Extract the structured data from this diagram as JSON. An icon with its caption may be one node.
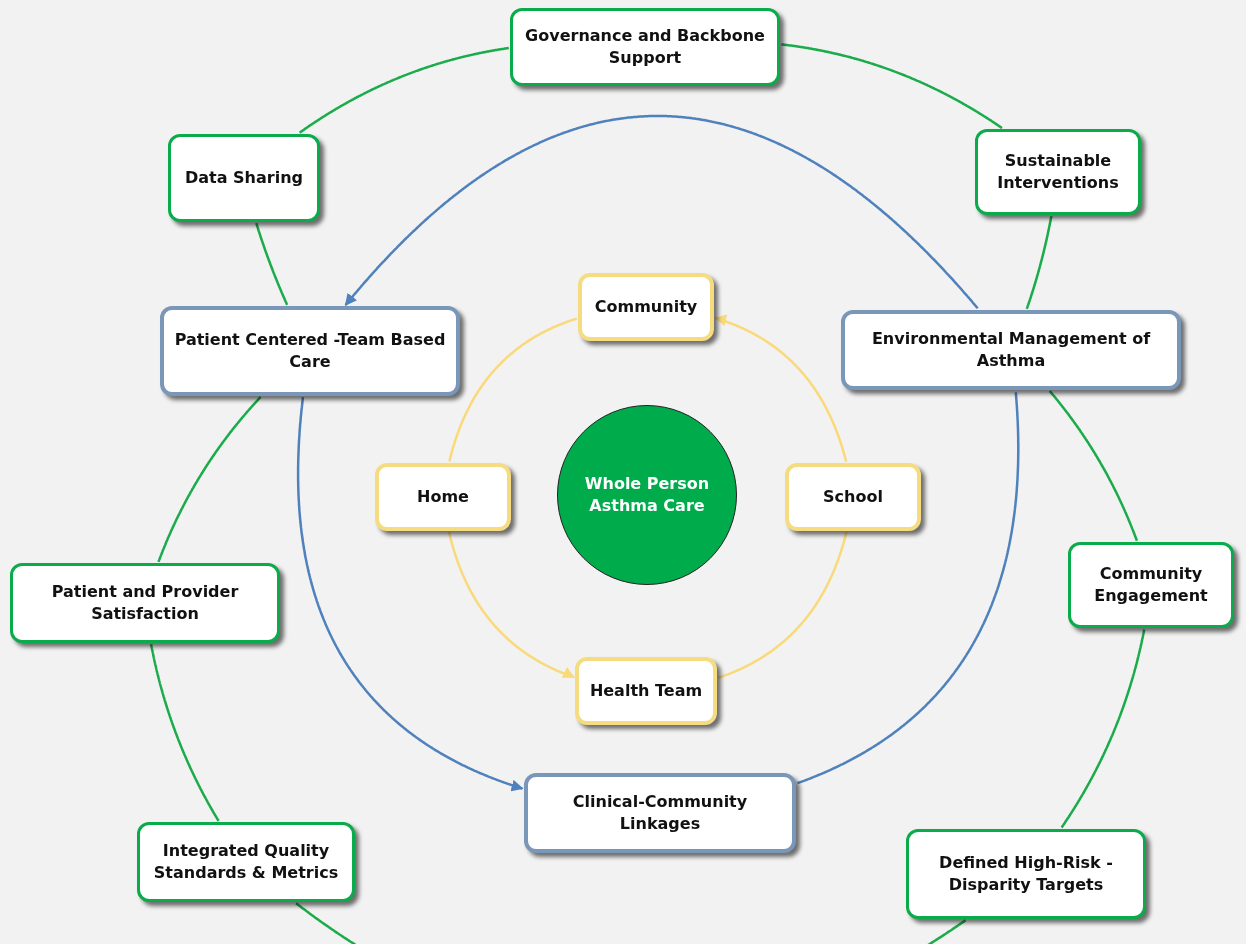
{
  "diagram": {
    "nodes": [
      {
        "text": [
          "Governance and Backbone Support"
        ]
      },
      {
        "text": [
          "Data Sharing"
        ]
      },
      {
        "text": [
          "Sustainable Interventions"
        ]
      },
      {
        "text": [
          "Community"
        ]
      },
      {
        "text": [
          "Patient Centered -Team Based Care"
        ]
      },
      {
        "text": [
          "Environmental Management of Asthma"
        ]
      },
      {
        "text": [
          "Home"
        ]
      },
      {
        "text": [
          "Whole Person Asthma Care"
        ]
      },
      {
        "text": [
          "School"
        ]
      },
      {
        "text": [
          "Patient and Provider Satisfaction"
        ]
      },
      {
        "text": [
          "Community Engagement"
        ]
      },
      {
        "text": [
          "Health Team"
        ]
      },
      {
        "text": [
          "Clinical-Community Linkages"
        ]
      },
      {
        "text": [
          "Integrated Quality Standards & Metrics"
        ]
      },
      {
        "text": [
          "Defined High-Risk - Disparity Targets"
        ]
      }
    ],
    "edges": [
      {
        "from": 0,
        "to": 2,
        "arrow": "none"
      },
      {
        "from": 2,
        "to": 5,
        "arrow": "none"
      },
      {
        "from": 5,
        "to": 10,
        "arrow": "none"
      },
      {
        "from": 10,
        "to": 14,
        "arrow": "none"
      },
      {
        "from": 14,
        "to": 13,
        "arrow": "none"
      },
      {
        "from": 13,
        "to": 9,
        "arrow": "none"
      },
      {
        "from": 9,
        "to": 4,
        "arrow": "none"
      },
      {
        "from": 4,
        "to": 1,
        "arrow": "none"
      },
      {
        "from": 1,
        "to": 0,
        "arrow": "none"
      },
      {
        "from": 5,
        "to": 4,
        "arrow": "to",
        "color": "#4f81bd"
      },
      {
        "from": 4,
        "to": 12,
        "arrow": "to",
        "color": "#4f81bd"
      },
      {
        "from": 12,
        "to": 5,
        "arrow": "none",
        "color": "#4f81bd"
      },
      {
        "from": 8,
        "to": 3,
        "arrow": "to",
        "color": "#f9d97a"
      },
      {
        "from": 3,
        "to": 6,
        "arrow": "none",
        "color": "#f9d97a"
      },
      {
        "from": 6,
        "to": 11,
        "arrow": "to",
        "color": "#f9d97a"
      },
      {
        "from": 11,
        "to": 8,
        "arrow": "none",
        "color": "#f9d97a"
      }
    ]
  }
}
